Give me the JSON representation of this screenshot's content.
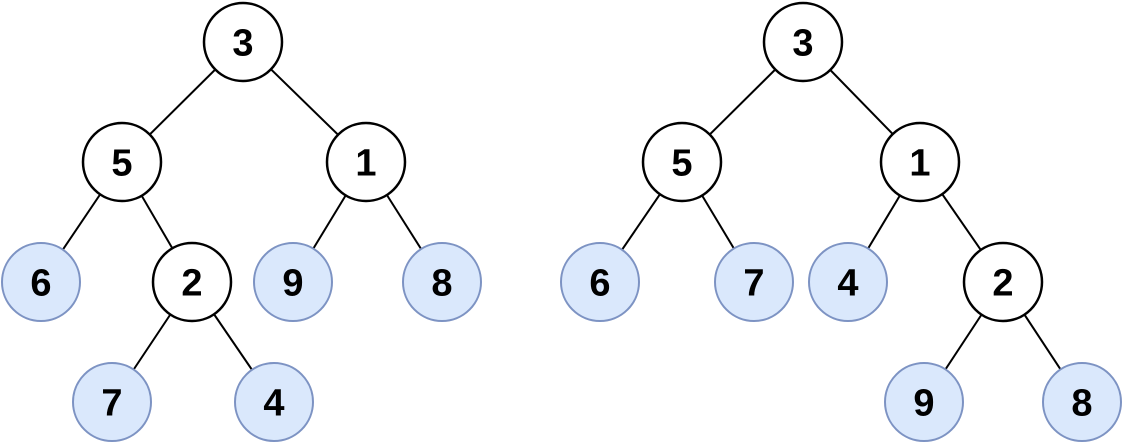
{
  "diagram": {
    "kind": "binary-tree-pair",
    "colors": {
      "background": "#ffffff",
      "edge_stroke": "#000000",
      "internal_fill": "#ffffff",
      "internal_stroke": "#000000",
      "leaf_fill": "#dae8fc",
      "leaf_stroke": "#7d93c3",
      "text": "#000000"
    },
    "trees": [
      {
        "name": "tree-1",
        "nodes": [
          {
            "id": "n3",
            "value": "3",
            "kind": "internal"
          },
          {
            "id": "n5",
            "value": "5",
            "kind": "internal"
          },
          {
            "id": "n1",
            "value": "1",
            "kind": "internal"
          },
          {
            "id": "n6",
            "value": "6",
            "kind": "leaf"
          },
          {
            "id": "n2",
            "value": "2",
            "kind": "internal"
          },
          {
            "id": "n9",
            "value": "9",
            "kind": "leaf"
          },
          {
            "id": "n8",
            "value": "8",
            "kind": "leaf"
          },
          {
            "id": "n7",
            "value": "7",
            "kind": "leaf"
          },
          {
            "id": "n4",
            "value": "4",
            "kind": "leaf"
          }
        ],
        "edges": [
          [
            "n3",
            "n5"
          ],
          [
            "n3",
            "n1"
          ],
          [
            "n5",
            "n6"
          ],
          [
            "n5",
            "n2"
          ],
          [
            "n1",
            "n9"
          ],
          [
            "n1",
            "n8"
          ],
          [
            "n2",
            "n7"
          ],
          [
            "n2",
            "n4"
          ]
        ]
      },
      {
        "name": "tree-2",
        "nodes": [
          {
            "id": "n3",
            "value": "3",
            "kind": "internal"
          },
          {
            "id": "n5",
            "value": "5",
            "kind": "internal"
          },
          {
            "id": "n1",
            "value": "1",
            "kind": "internal"
          },
          {
            "id": "n6",
            "value": "6",
            "kind": "leaf"
          },
          {
            "id": "n7",
            "value": "7",
            "kind": "leaf"
          },
          {
            "id": "n4",
            "value": "4",
            "kind": "leaf"
          },
          {
            "id": "n2",
            "value": "2",
            "kind": "internal"
          },
          {
            "id": "n9",
            "value": "9",
            "kind": "leaf"
          },
          {
            "id": "n8",
            "value": "8",
            "kind": "leaf"
          }
        ],
        "edges": [
          [
            "n3",
            "n5"
          ],
          [
            "n3",
            "n1"
          ],
          [
            "n5",
            "n6"
          ],
          [
            "n5",
            "n7"
          ],
          [
            "n1",
            "n4"
          ],
          [
            "n1",
            "n2"
          ],
          [
            "n2",
            "n9"
          ],
          [
            "n2",
            "n8"
          ]
        ]
      }
    ]
  }
}
